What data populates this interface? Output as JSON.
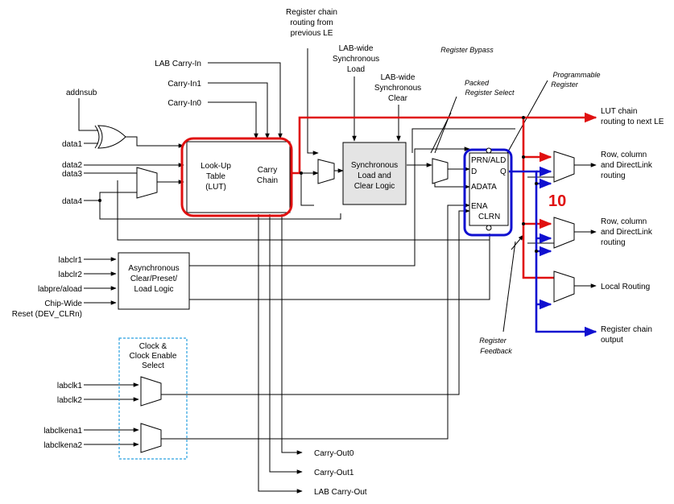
{
  "inputs": {
    "lab_carry_in": "LAB Carry-In",
    "carry_in1": "Carry-In1",
    "carry_in0": "Carry-In0",
    "addnsub": "addnsub",
    "data1": "data1",
    "data2": "data2",
    "data3": "data3",
    "data4": "data4",
    "labclr1": "labclr1",
    "labclr2": "labclr2",
    "labpre": "labpre/aload",
    "chip_wide_1": "Chip-Wide",
    "chip_wide_2": "Reset (DEV_CLRn)",
    "labclk1": "labclk1",
    "labclk2": "labclk2",
    "labclkena1": "labclkena1",
    "labclkena2": "labclkena2"
  },
  "top_labels": {
    "reg_chain_1": "Register chain",
    "reg_chain_2": "routing from",
    "reg_chain_3": "previous LE",
    "sync_load_1": "LAB-wide",
    "sync_load_2": "Synchronous",
    "sync_load_3": "Load",
    "sync_clear_1": "LAB-wide",
    "sync_clear_2": "Synchronous",
    "sync_clear_3": "Clear",
    "reg_bypass": "Register Bypass",
    "packed_1": "Packed",
    "packed_2": "Register Select",
    "prog_1": "Programmable",
    "prog_2": "Register"
  },
  "blocks": {
    "lut_1": "Look-Up",
    "lut_2": "Table",
    "lut_3": "(LUT)",
    "carry_1": "Carry",
    "carry_2": "Chain",
    "sync_1": "Synchronous",
    "sync_2": "Load and",
    "sync_3": "Clear Logic",
    "async_1": "Asynchronous",
    "async_2": "Clear/Preset/",
    "async_3": "Load Logic",
    "clk_1": "Clock &",
    "clk_2": "Clock Enable",
    "clk_3": "Select"
  },
  "register": {
    "prn": "PRN/ALD",
    "d": "D",
    "q": "Q",
    "adata": "ADATA",
    "ena": "ENA",
    "clrn": "CLRN"
  },
  "outputs": {
    "lut_chain_1": "LUT chain",
    "lut_chain_2": "routing to next LE",
    "row1_1": "Row, column",
    "row1_2": "and DirectLink",
    "row1_3": "routing",
    "row2_1": "Row, column",
    "row2_2": "and DirectLink",
    "row2_3": "routing",
    "local": "Local Routing",
    "reg_out_1": "Register chain",
    "reg_out_2": "output",
    "carry_out0": "Carry-Out0",
    "carry_out1": "Carry-Out1",
    "lab_carry_out": "LAB Carry-Out"
  },
  "feedback": {
    "fb_1": "Register",
    "fb_2": "Feedback"
  },
  "annotation": "10",
  "colors": {
    "highlight_red": "#e01010",
    "highlight_blue": "#1010d0",
    "dashed_box": "#2aa0e0",
    "mux_fill": "#ffffff",
    "sync_fill": "#e4e4e4"
  }
}
